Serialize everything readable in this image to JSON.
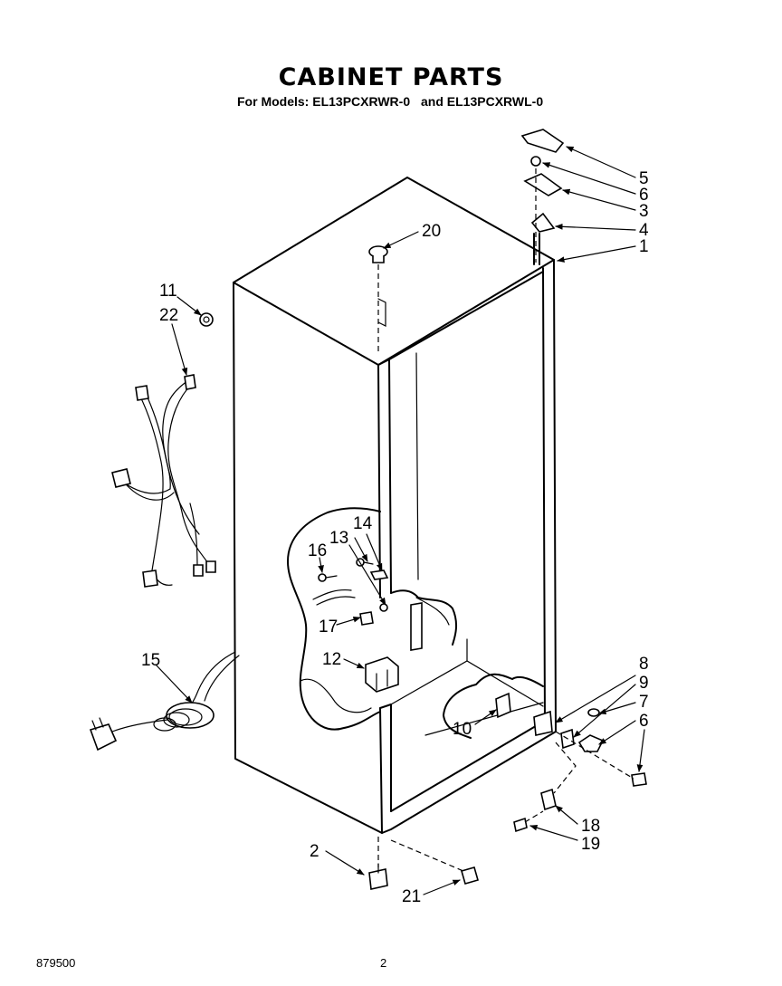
{
  "title": "CABINET PARTS",
  "subtitle": {
    "prefix": "For Models:",
    "model_a": "EL13PCXRWR-0",
    "joiner": "and",
    "model_b": "EL13PCXRWL-0"
  },
  "footer": {
    "doc_number": "879500",
    "page_number": "2"
  },
  "callouts": {
    "c1": "1",
    "c2": "2",
    "c3": "3",
    "c4": "4",
    "c5": "5",
    "c6_top": "6",
    "c6_bottom": "6",
    "c7": "7",
    "c8": "8",
    "c9": "9",
    "c10": "10",
    "c11": "11",
    "c12": "12",
    "c13": "13",
    "c14": "14",
    "c15": "15",
    "c16": "16",
    "c17": "17",
    "c18": "18",
    "c19": "19",
    "c20": "20",
    "c21": "21",
    "c22": "22"
  }
}
